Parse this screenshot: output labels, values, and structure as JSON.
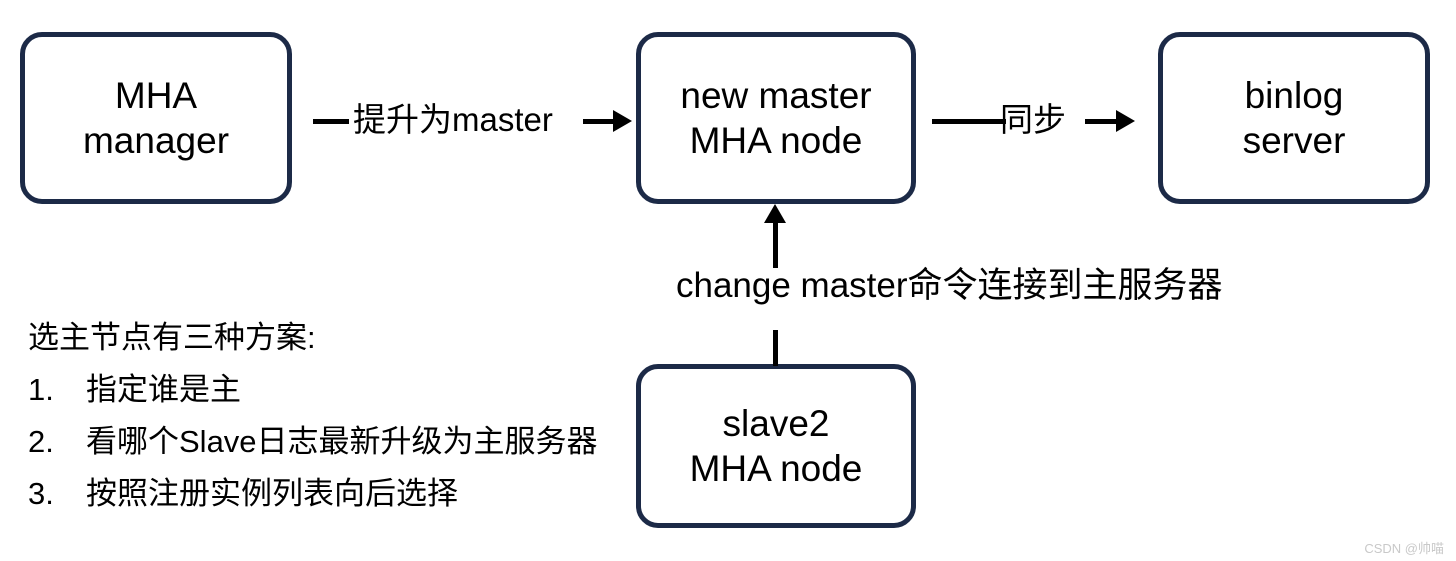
{
  "diagram": {
    "nodes": [
      {
        "id": "mha-manager",
        "line1": "MHA",
        "line2": "manager"
      },
      {
        "id": "new-master",
        "line1": "new master",
        "line2": "MHA node"
      },
      {
        "id": "binlog",
        "line1": "binlog",
        "line2": "server"
      },
      {
        "id": "slave2",
        "line1": "slave2",
        "line2": "MHA node"
      }
    ],
    "edges": [
      {
        "id": "promote",
        "label": "提升为master"
      },
      {
        "id": "sync",
        "label": "同步"
      },
      {
        "id": "change-master",
        "label": "change master命令连接到主服务器"
      }
    ]
  },
  "note": {
    "title": "选主节点有三种方案:",
    "items": [
      {
        "num": "1.",
        "text": "指定谁是主"
      },
      {
        "num": "2.",
        "text": "看哪个Slave日志最新升级为主服务器"
      },
      {
        "num": "3.",
        "text": "按照注册实例列表向后选择"
      }
    ]
  },
  "watermark": {
    "text": "CSDN @帅喵"
  },
  "colors": {
    "node_border": "#1c2a47",
    "connector": "#000000",
    "text": "#000000",
    "background": "#ffffff",
    "watermark": "#c9c9c9"
  }
}
